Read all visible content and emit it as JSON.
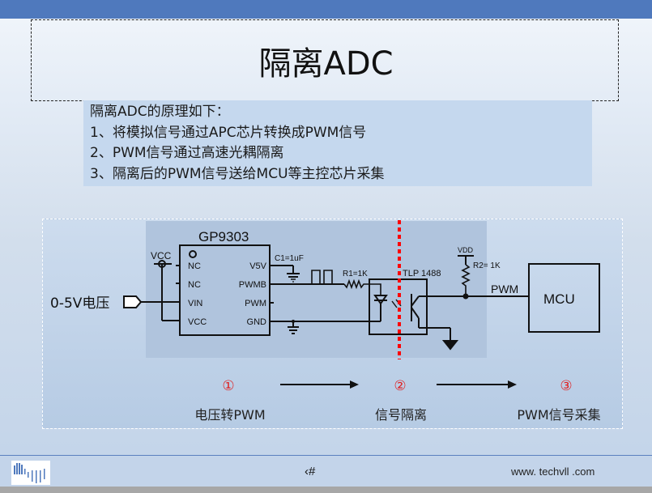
{
  "slide": {
    "title": "隔离ADC",
    "principle": {
      "heading": "隔离ADC的原理如下：",
      "steps": [
        "1、将模拟信号通过APC芯片转换成PWM信号",
        "2、PWM信号通过高速光耦隔离",
        "3、隔离后的PWM信号送给MCU等主控芯片采集"
      ]
    },
    "diagram": {
      "input_label": "0-5V电压",
      "chip": {
        "name": "GP9303",
        "left_pins": [
          "NC",
          "NC",
          "VIN",
          "VCC"
        ],
        "right_pins": [
          "V5V",
          "PWMB",
          "PWM",
          "GND"
        ]
      },
      "vcc_label": "VCC",
      "capacitor_label": "C1=1uF",
      "r1_label": "R1=1K",
      "optocoupler_label": "TLP 1488",
      "vdd_label": "VDD",
      "r2_label": "R2= 1K",
      "pwm_label": "PWM",
      "mcu_label": "MCU",
      "isolation_line_color": "#ff0000",
      "stages": [
        {
          "number": "①",
          "label": "电压转PWM"
        },
        {
          "number": "②",
          "label": "信号隔离"
        },
        {
          "number": "③",
          "label": "PWM信号采集"
        }
      ],
      "stage_number_color": "#e02020"
    },
    "footer": {
      "page_number": "‹#",
      "website": "www. techvll .com"
    }
  }
}
